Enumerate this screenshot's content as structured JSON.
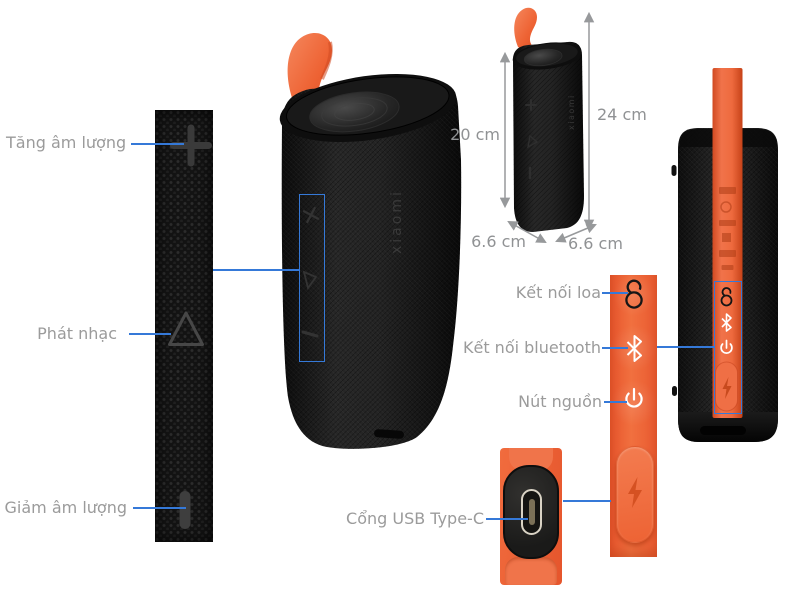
{
  "figure": {
    "type": "product-annotation-infographic",
    "subject": "portable bluetooth speaker",
    "brand": "xiaomi"
  },
  "callouts": {
    "volume_up": "Tăng âm lượng",
    "play_music": "Phát nhạc",
    "volume_down": "Giảm âm lượng",
    "speaker_pairing": "Kết nối loa",
    "bluetooth_pairing": "Kết nối  bluetooth",
    "power_button": "Nút nguồn",
    "usb_port": "Cổng USB Type-C"
  },
  "dimensions": {
    "body_height": "20 cm",
    "total_height": "24 cm",
    "base_depth": "6.6 cm",
    "base_width": "6.6 cm"
  },
  "icons": {
    "volume_up": "plus-icon",
    "play_music": "play-triangle-icon",
    "volume_down": "minus-bar-icon",
    "speaker_pairing": "stereo-link-icon",
    "bluetooth_pairing": "bluetooth-icon",
    "power_button": "power-icon",
    "charging_flap": "lightning-icon",
    "usb_port": "usb-c-port"
  },
  "colors": {
    "accent_orange": "#ec5f33",
    "flap_orange": "#f0714a",
    "callout_blue": "#3579d8",
    "label_gray": "#9b9b9b",
    "dimension_gray": "#909294",
    "speaker_black": "#141414",
    "background": "#ffffff"
  }
}
